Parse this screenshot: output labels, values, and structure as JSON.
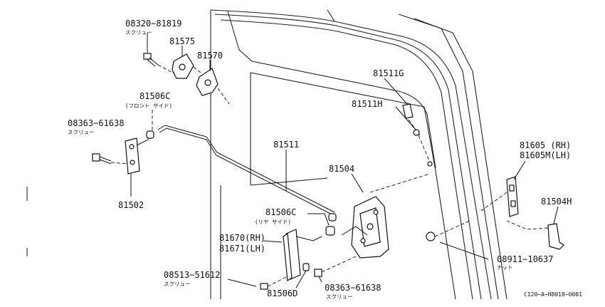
{
  "diagram": {
    "labels": {
      "p08320": "08320−81819",
      "p08320_sub": "スクリュー",
      "p81575": "81575",
      "p81570": "81570",
      "p81506c_front": "81506C",
      "p81506c_front_sub": "(フロント サイド)",
      "p08363_top": "08363−61638",
      "p08363_top_sub": "スクリュー",
      "p81502": "81502",
      "p81511": "81511",
      "p81511g": "81511G",
      "p81511h": "81511H",
      "p81504": "81504",
      "p81506c_rear": "81506C",
      "p81506c_rear_sub": "(リヤ サイド)",
      "p81670": "81670(RH)",
      "p81671": "81671(LH)",
      "p08513": "08513−51612",
      "p08513_sub": "スクリュー",
      "p81506d": "81506D",
      "p08363_bottom": "08363−61638",
      "p08363_bottom_sub": "スクリュー",
      "p81605_rh": "81605 (RH)",
      "p81605m_lh": "81605M(LH)",
      "p81504h": "81504H",
      "p08911": "08911−10637",
      "p08911_sub": "ナット",
      "diagram_code": "C120−A−H8018−0001"
    }
  }
}
